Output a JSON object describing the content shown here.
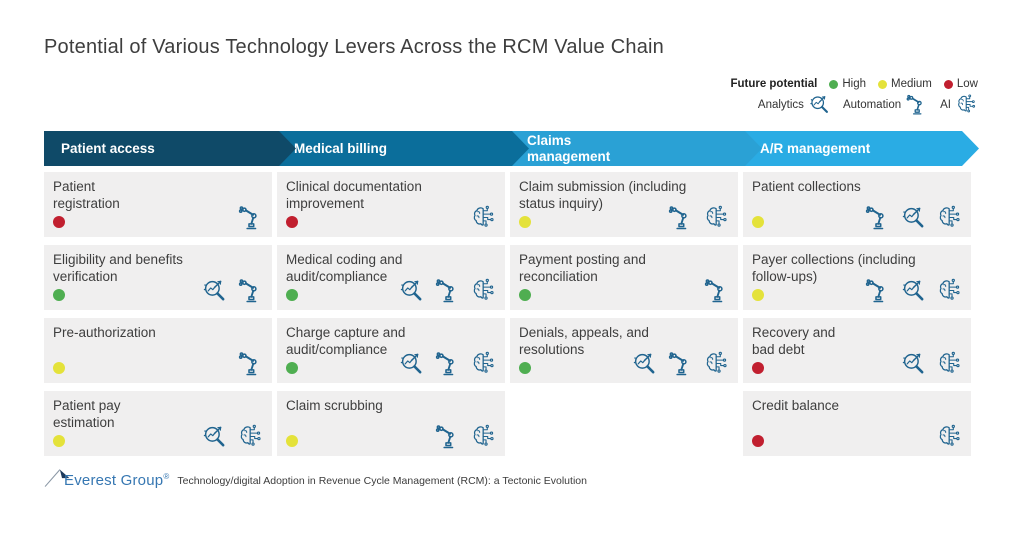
{
  "title": "Potential of Various Technology Levers Across the RCM Value Chain",
  "legend": {
    "future_potential_label": "Future potential",
    "levels": [
      {
        "label": "High",
        "color": "#4fae51"
      },
      {
        "label": "Medium",
        "color": "#e4e23a"
      },
      {
        "label": "Low",
        "color": "#c11f2f"
      }
    ],
    "tech": [
      {
        "label": "Analytics",
        "icon": "analytics"
      },
      {
        "label": "Automation",
        "icon": "automation"
      },
      {
        "label": "AI",
        "icon": "ai"
      }
    ]
  },
  "columns": [
    {
      "header": "Patient access",
      "header_color": "#0f4a68",
      "cells": [
        {
          "title": "Patient\nregistration",
          "potential": "Low",
          "icons": [
            "automation"
          ]
        },
        {
          "title": "Eligibility and benefits\nverification",
          "potential": "High",
          "icons": [
            "analytics",
            "automation"
          ]
        },
        {
          "title": "Pre-authorization",
          "potential": "Medium",
          "icons": [
            "automation"
          ]
        },
        {
          "title": "Patient pay\nestimation",
          "potential": "Medium",
          "icons": [
            "analytics",
            "ai"
          ]
        }
      ]
    },
    {
      "header": "Medical billing",
      "header_color": "#0b6e9b",
      "cells": [
        {
          "title": "Clinical documentation\nimprovement",
          "potential": "Low",
          "icons": [
            "ai"
          ]
        },
        {
          "title": "Medical coding and\naudit/compliance",
          "potential": "High",
          "icons": [
            "analytics",
            "automation",
            "ai"
          ]
        },
        {
          "title": "Charge capture and\naudit/compliance",
          "potential": "High",
          "icons": [
            "analytics",
            "automation",
            "ai"
          ]
        },
        {
          "title": "Claim scrubbing",
          "potential": "Medium",
          "icons": [
            "automation",
            "ai"
          ]
        }
      ]
    },
    {
      "header": "Claims\nmanagement",
      "header_color": "#2aa1d5",
      "cells": [
        {
          "title": "Claim submission (including\nstatus inquiry)",
          "potential": "Medium",
          "icons": [
            "automation",
            "ai"
          ]
        },
        {
          "title": "Payment posting and\nreconciliation",
          "potential": "High",
          "icons": [
            "automation"
          ]
        },
        {
          "title": "Denials, appeals, and\nresolutions",
          "potential": "High",
          "icons": [
            "analytics",
            "automation",
            "ai"
          ]
        }
      ]
    },
    {
      "header": "A/R management",
      "header_color": "#2aace4",
      "cells": [
        {
          "title": "Patient collections",
          "potential": "Medium",
          "icons": [
            "automation",
            "analytics",
            "ai"
          ]
        },
        {
          "title": "Payer collections (including\nfollow-ups)",
          "potential": "Medium",
          "icons": [
            "automation",
            "analytics",
            "ai"
          ]
        },
        {
          "title": "Recovery and\nbad debt",
          "potential": "Low",
          "icons": [
            "analytics",
            "ai"
          ]
        },
        {
          "title": "Credit balance",
          "potential": "Low",
          "icons": [
            "ai"
          ]
        }
      ]
    }
  ],
  "footer": {
    "brand": "Everest Group",
    "registered_mark": "®",
    "caption": "Technology/digital Adoption in Revenue Cycle Management (RCM): a Tectonic Evolution"
  },
  "colors": {
    "icon_stroke": "#20648f",
    "cell_background": "#f0efef"
  }
}
